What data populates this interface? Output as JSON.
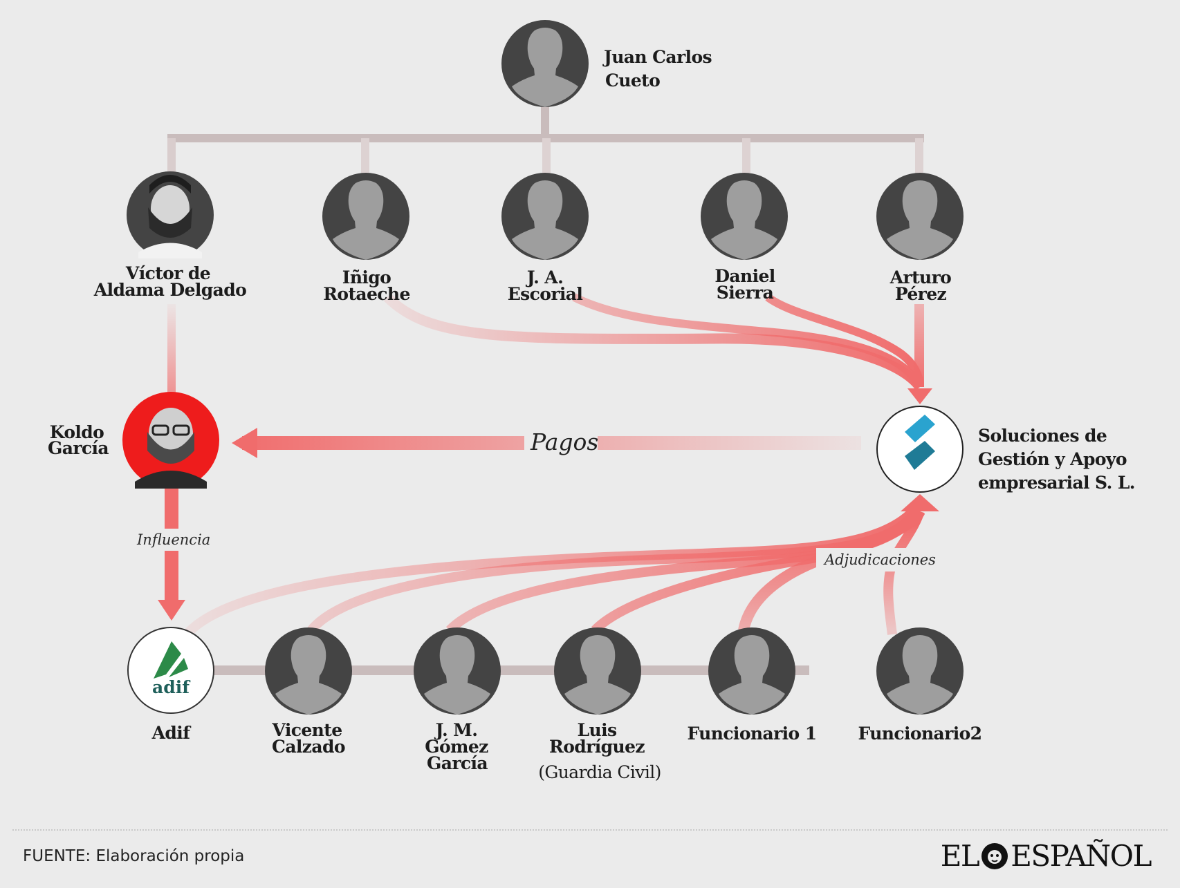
{
  "colors": {
    "background": "#ebebeb",
    "accent": "#f06c6c",
    "connector": "#c9bcbc",
    "avatar_dark": "#444444",
    "avatar_light": "#9e9e9e",
    "koldo_ring": "#ee1c1c"
  },
  "nodes": {
    "root": {
      "name_l1": "Juan Carlos",
      "name_l2": "Cueto",
      "icon": "person-silhouette-icon"
    },
    "aldama": {
      "name_l1": "Víctor de",
      "name_l2": "Aldama Delgado",
      "icon": "person-photo"
    },
    "rotaeche": {
      "name_l1": "Iñigo",
      "name_l2": "Rotaeche",
      "icon": "person-silhouette-icon"
    },
    "escorial": {
      "name_l1": "J. A.",
      "name_l2": "Escorial",
      "icon": "person-silhouette-icon"
    },
    "sierra": {
      "name_l1": "Daniel",
      "name_l2": "Sierra",
      "icon": "person-silhouette-icon"
    },
    "perez": {
      "name_l1": "Arturo",
      "name_l2": "Pérez",
      "icon": "person-silhouette-icon"
    },
    "koldo": {
      "name_l1": "Koldo",
      "name_l2": "García",
      "icon": "person-photo"
    },
    "company": {
      "name_l1": "Soluciones de",
      "name_l2": "Gestión y Apoyo",
      "name_l3": "empresarial S. L.",
      "icon": "company-logo"
    },
    "adif": {
      "name_l1": "Adif",
      "logo_text": "adif",
      "icon": "adif-logo"
    },
    "calzado": {
      "name_l1": "Vicente",
      "name_l2": "Calzado",
      "icon": "person-silhouette-icon"
    },
    "gomez": {
      "name_l1": "J. M.",
      "name_l2": "Gómez",
      "name_l3": "García",
      "icon": "person-silhouette-icon"
    },
    "rodriguez": {
      "name_l1": "Luis",
      "name_l2": "Rodríguez",
      "name_l3": "(Guardia Civil)",
      "icon": "person-silhouette-icon"
    },
    "func1": {
      "name_l1": "Funcionario 1",
      "icon": "person-silhouette-icon"
    },
    "func2": {
      "name_l1": "Funcionario2",
      "icon": "person-silhouette-icon"
    }
  },
  "edges": {
    "pagos": "Pagos",
    "influencia": "Influencia",
    "adjudicaciones": "Adjudicaciones"
  },
  "footer": {
    "source": "FUENTE: Elaboración propia",
    "brand_left": "EL",
    "brand_right": "ESPAÑOL"
  }
}
